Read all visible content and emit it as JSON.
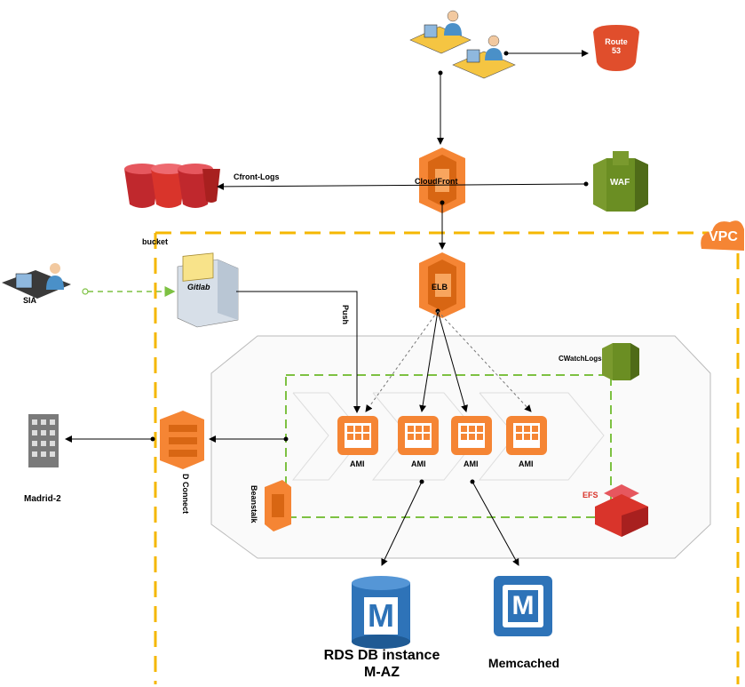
{
  "labels": {
    "route53": "Route\n53",
    "cloudfront": "CloudFront",
    "waf": "WAF",
    "cfront_logs": "Cfront-Logs",
    "bucket": "bucket",
    "vpc": "VPC",
    "elb": "ELB",
    "gitlab": "Gitlab",
    "push": "Push",
    "sia": "SIA",
    "cwatch_logs": "CWatchLogs",
    "ami": [
      "AMI",
      "AMI",
      "AMI",
      "AMI"
    ],
    "efs": "EFS",
    "beanstalk": "Beanstalk",
    "dconnect": "D Connect",
    "madrid": "Madrid-2",
    "rds_line1": "RDS DB instance",
    "rds_line2": "M-AZ",
    "memcached": "Memcached",
    "rds_icon_letter": "M",
    "memcached_icon_letter": "M"
  },
  "colors": {
    "aws_orange": "#f58534",
    "aws_orange_dark": "#d86613",
    "vpc_border": "#f5b700",
    "green_dashed": "#7dc142",
    "waf_green": "#6b8e23",
    "bucket_red": "#d9342b",
    "db_blue": "#2e73b8",
    "efs_red": "#d9342b"
  }
}
